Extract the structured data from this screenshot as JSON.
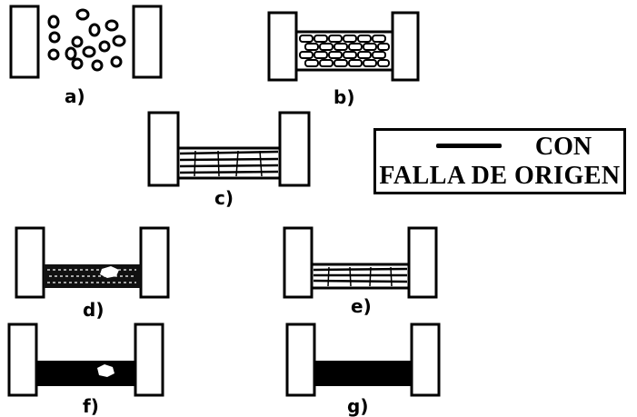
{
  "panels": [
    {
      "id": "a",
      "label": "a)",
      "fill": "particles"
    },
    {
      "id": "b",
      "label": "b)",
      "fill": "packed-particles"
    },
    {
      "id": "c",
      "label": "c)",
      "fill": "flattened-layers"
    },
    {
      "id": "d",
      "label": "d)",
      "fill": "dense-with-pore"
    },
    {
      "id": "e",
      "label": "e)",
      "fill": "layers"
    },
    {
      "id": "f",
      "label": "f)",
      "fill": "solid-with-pore"
    },
    {
      "id": "g",
      "label": "g)",
      "fill": "solid"
    }
  ],
  "stamp": {
    "line1": "CON",
    "line2": "FALLA DE ORIGEN"
  },
  "colors": {
    "ink": "#000000",
    "paper": "#ffffff"
  }
}
